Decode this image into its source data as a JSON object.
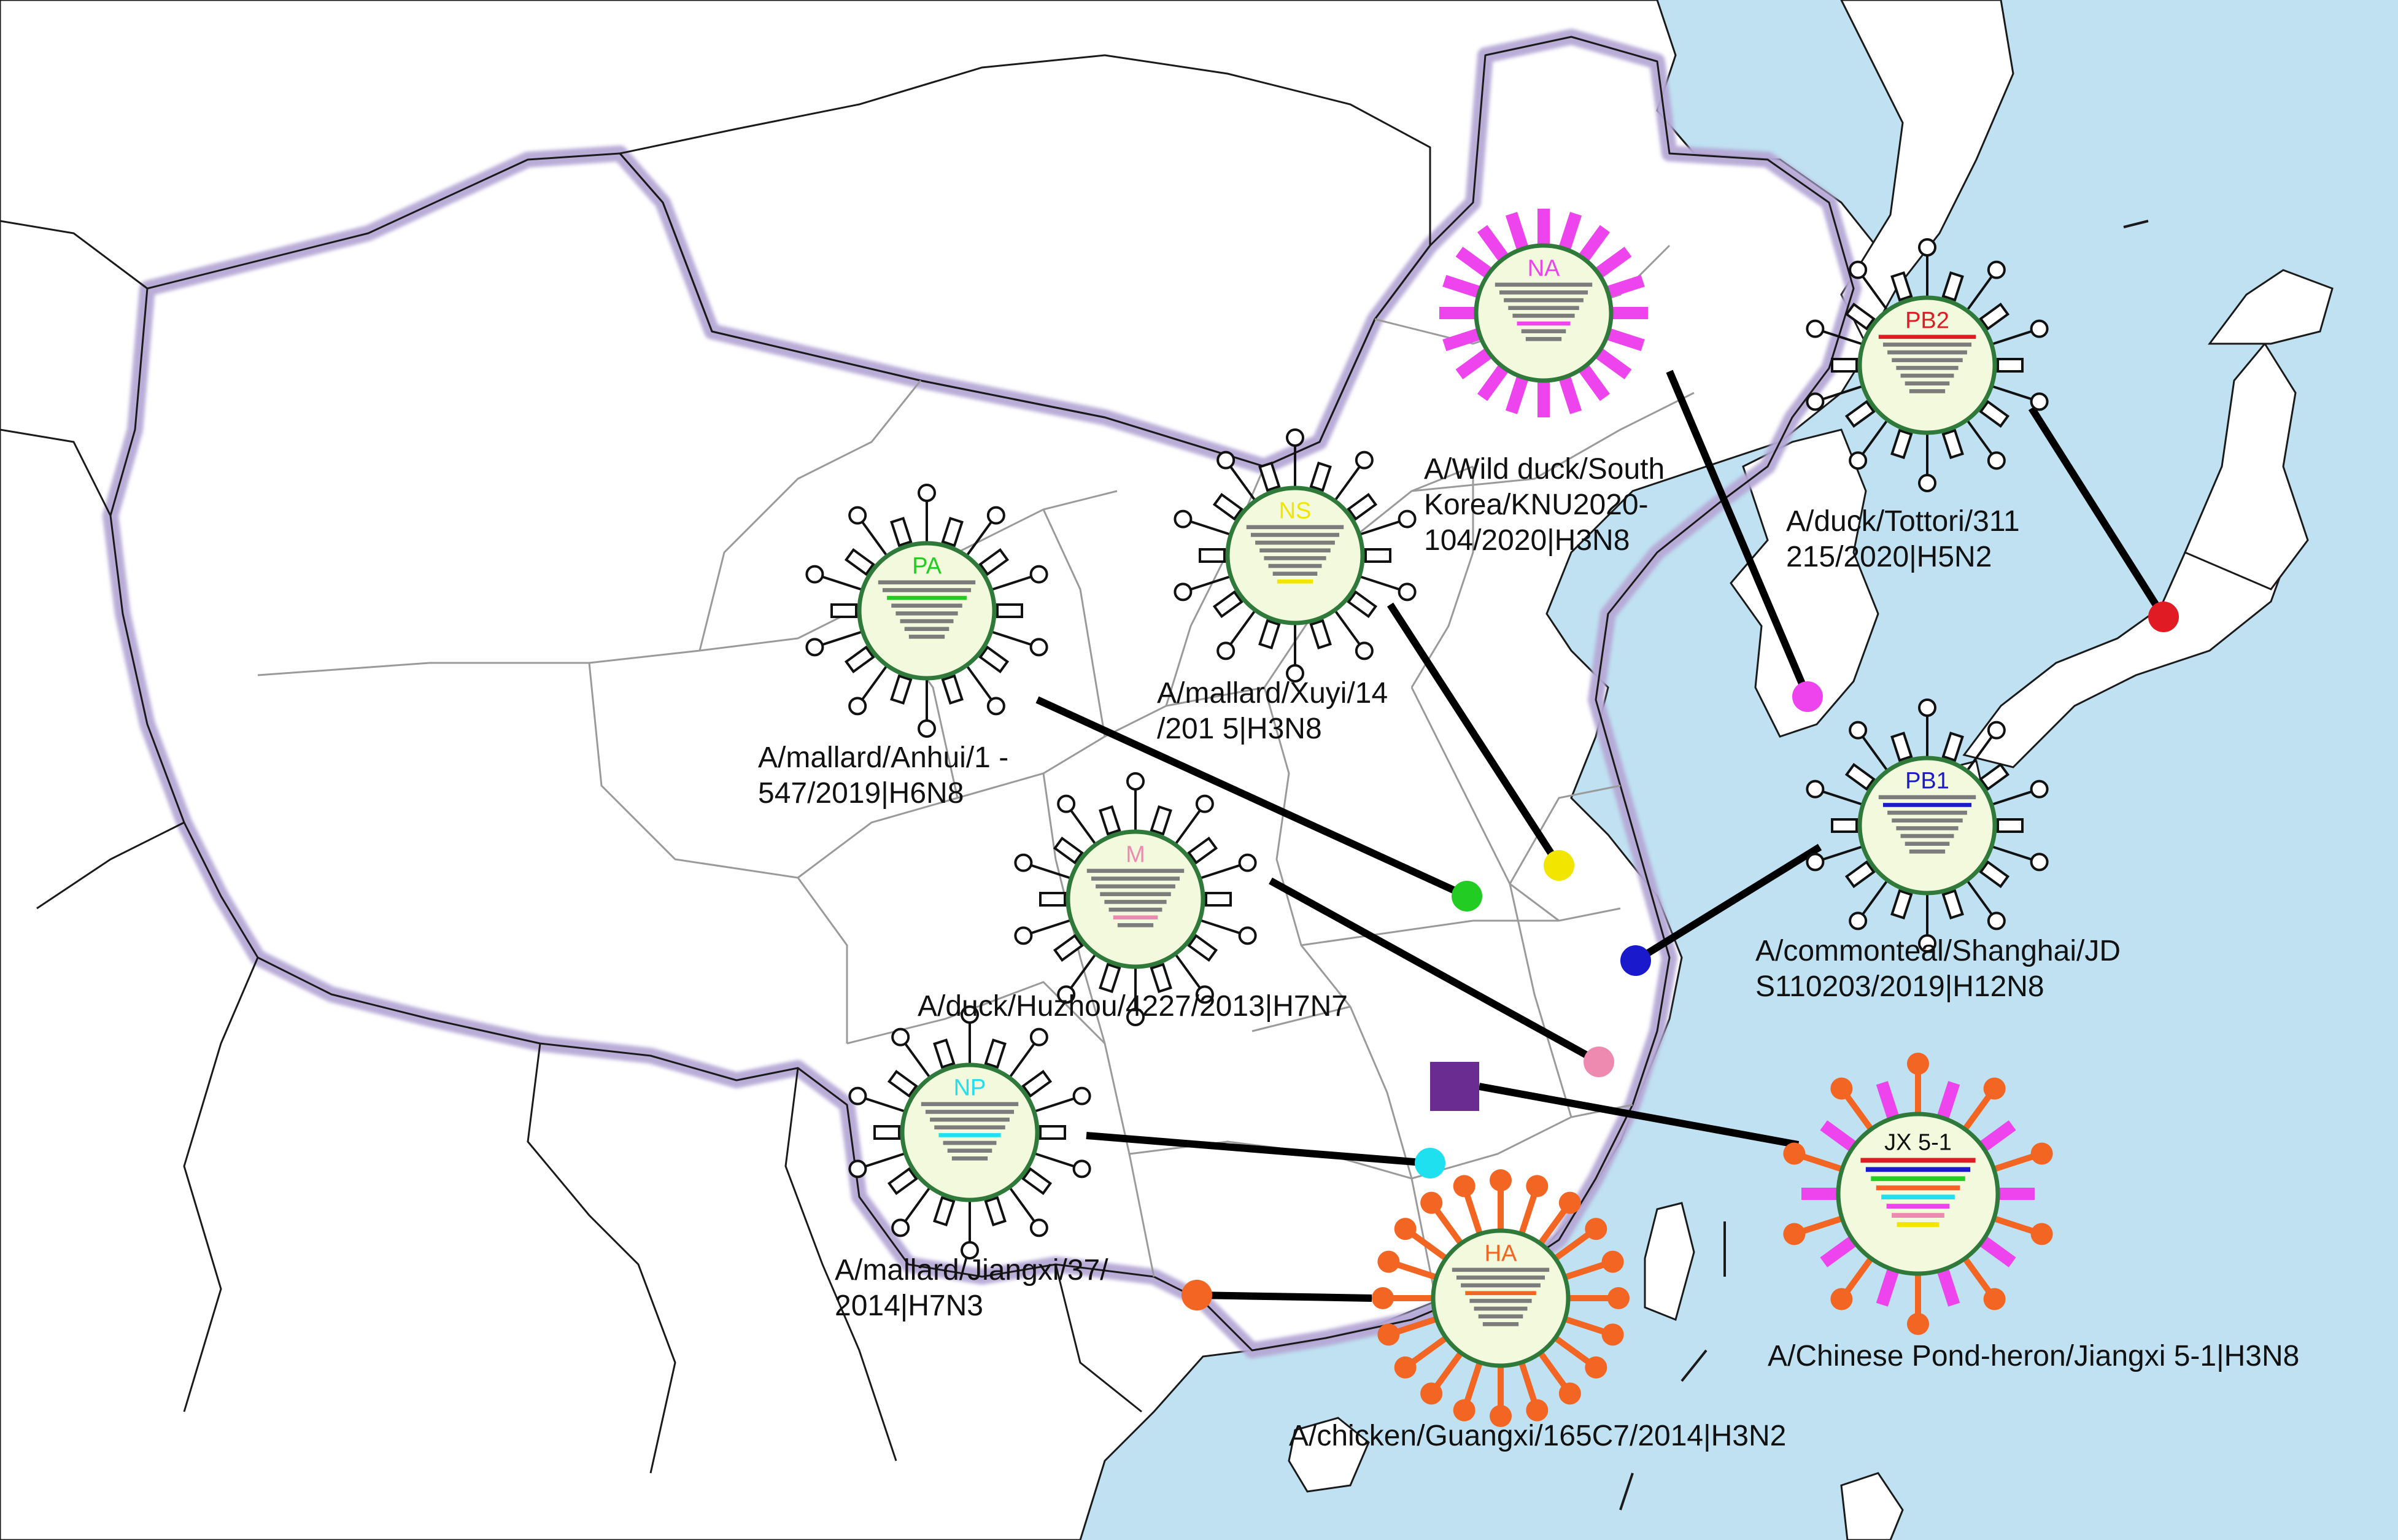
{
  "colors": {
    "sea": "#bfe1f1",
    "land": "#ffffff",
    "china_border_glow": "#b6a9d6",
    "country_border": "#111111",
    "province_border": "#9a9a9a",
    "virion_fill": "#f3f9dc",
    "virion_ring": "#2f7a3a",
    "segment_bar": "#7c7c7c",
    "connector": "#000000"
  },
  "viruses": [
    {
      "segment": "PB2",
      "color": "#e01b24",
      "strain_lines": [
        "A/duck/Tottori/311",
        "215/2020|H5N2"
      ],
      "marker": "circle",
      "spike": "lollipop"
    },
    {
      "segment": "PB1",
      "color": "#1a1acc",
      "strain_lines": [
        "A/commonteal/Shanghai/JD",
        "S110203/2019|H12N8"
      ],
      "marker": "circle",
      "spike": "lollipop"
    },
    {
      "segment": "PA",
      "color": "#22cc22",
      "strain_lines": [
        "A/mallard/Anhui/1 -",
        "547/2019|H6N8"
      ],
      "marker": "circle",
      "spike": "lollipop"
    },
    {
      "segment": "HA",
      "color": "#f26522",
      "strain_lines": [
        "A/chicken/Guangxi/165C7/2014|H3N2"
      ],
      "marker": "circle",
      "spike": "ha"
    },
    {
      "segment": "NP",
      "color": "#1ee0ee",
      "strain_lines": [
        "A/mallard/Jiangxi/37/",
        "2014|H7N3"
      ],
      "marker": "circle",
      "spike": "lollipop"
    },
    {
      "segment": "NA",
      "color": "#ee44ee",
      "strain_lines": [
        "A/Wild duck/South",
        "Korea/KNU2020-",
        "104/2020|H3N8"
      ],
      "marker": "circle",
      "spike": "na"
    },
    {
      "segment": "M",
      "color": "#ee8ab0",
      "strain_lines": [
        "A/duck/Huzhou/4227/2013|H7N7"
      ],
      "marker": "circle",
      "spike": "lollipop"
    },
    {
      "segment": "NS",
      "color": "#f2e600",
      "strain_lines": [
        "A/mallard/Xuyi/14",
        "/201 5|H3N8"
      ],
      "marker": "circle",
      "spike": "lollipop"
    },
    {
      "segment": "JX 5-1",
      "color": "#6a2c91",
      "strain_lines": [
        "A/Chinese Pond-heron/Jiangxi 5-1|H3N8"
      ],
      "marker": "square",
      "spike": "mixed",
      "segment_colors": [
        "#e01b24",
        "#1a1acc",
        "#22cc22",
        "#f26522",
        "#1ee0ee",
        "#ee44ee",
        "#ee8ab0",
        "#f2e600"
      ]
    }
  ]
}
